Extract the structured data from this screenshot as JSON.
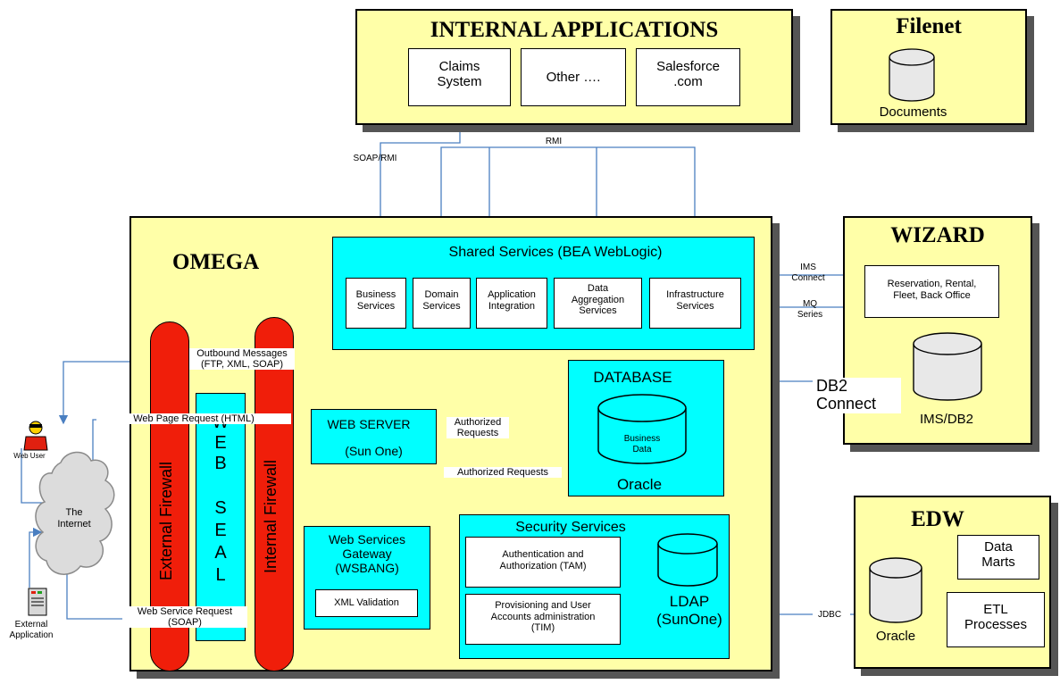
{
  "internal_apps": {
    "title": "INTERNAL APPLICATIONS",
    "items": [
      {
        "line1": "Claims",
        "line2": "System"
      },
      {
        "line1": "Other ….",
        "line2": ""
      },
      {
        "line1": "Salesforce",
        "line2": ".com"
      }
    ]
  },
  "filenet": {
    "title": "Filenet",
    "storage": "Documents"
  },
  "wizard": {
    "title": "WIZARD",
    "app": {
      "line1": "Reservation, Rental,",
      "line2": "Fleet, Back Office"
    },
    "storage": "IMS/DB2"
  },
  "edw": {
    "title": "EDW",
    "storage": "Oracle",
    "data_marts": {
      "line1": "Data",
      "line2": "Marts"
    },
    "etl": {
      "line1": "ETL",
      "line2": "Processes"
    }
  },
  "omega": {
    "title": "OMEGA",
    "shared_services": {
      "title": "Shared Services (BEA WebLogic)",
      "items": [
        {
          "line1": "Business",
          "line2": "Services",
          "line3": ""
        },
        {
          "line1": "Domain",
          "line2": "Services",
          "line3": ""
        },
        {
          "line1": "Application",
          "line2": "Integration",
          "line3": ""
        },
        {
          "line1": "Data",
          "line2": "Aggregation",
          "line3": "Services"
        },
        {
          "line1": "Infrastructure",
          "line2": "Services",
          "line3": ""
        }
      ]
    },
    "database": {
      "title": "DATABASE",
      "storage": {
        "line1": "Business",
        "line2": "Data"
      },
      "vendor": "Oracle"
    },
    "web_server": {
      "line1": "WEB SERVER",
      "line2": "(Sun One)"
    },
    "wsg": {
      "line1": "Web Services",
      "line2": "Gateway",
      "line3": "(WSBANG)",
      "validation": "XML Validation"
    },
    "security": {
      "title": "Security Services",
      "auth": {
        "line1": "Authentication and",
        "line2": "Authorization (TAM)"
      },
      "prov": {
        "line1": "Provisioning and User",
        "line2": "Accounts administration",
        "line3": "(TIM)"
      },
      "ldap": {
        "line1": "LDAP",
        "line2": "(SunOne)"
      }
    },
    "external_firewall": "External Firewall",
    "internal_firewall": "Internal Firewall",
    "web_seal": [
      "W",
      "E",
      "B",
      "S",
      "E",
      "A",
      "L"
    ]
  },
  "labels": {
    "soap_rmi": "SOAP/RMI",
    "rmi": "RMI",
    "ims_connect": {
      "line1": "IMS",
      "line2": "Connect"
    },
    "mq_series": {
      "line1": "MQ",
      "line2": "Series"
    },
    "db2_connect": {
      "line1": "DB2",
      "line2": "Connect"
    },
    "jdbc": "JDBC",
    "outbound": {
      "line1": "Outbound Messages",
      "line2": "(FTP, XML, SOAP)"
    },
    "web_page_request": "Web Page Request (HTML)",
    "authorized_requests_1": {
      "line1": "Authorized",
      "line2": "Requests"
    },
    "authorized_requests_2": "Authorized Requests",
    "web_service_request": {
      "line1": "Web Service Request",
      "line2": "(SOAP)"
    }
  },
  "actors": {
    "web_user": "Web User",
    "internet": {
      "line1": "The",
      "line2": "Internet"
    },
    "external_app": {
      "line1": "External",
      "line2": "Application"
    }
  },
  "colors": {
    "panel_yellow": "#ffffa8",
    "cyan": "#00ffff",
    "firewall_red": "#f01e0a",
    "connector_blue": "#4a7fc1"
  }
}
